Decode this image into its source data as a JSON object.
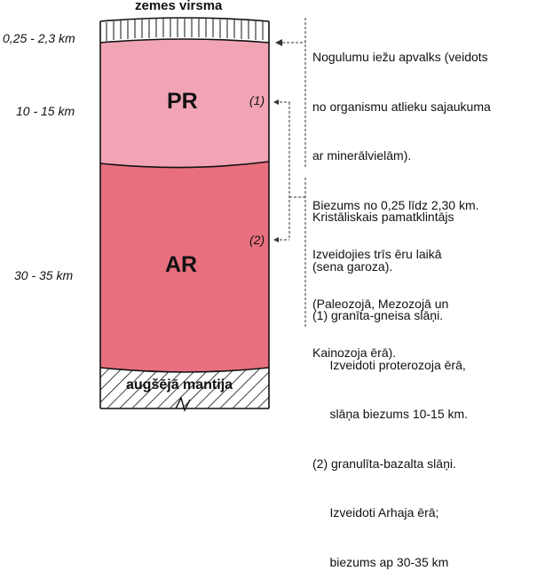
{
  "surface_label": "zemes virsma",
  "bottom_label": "augšējā mantija",
  "depths": {
    "sediment": "0,25 - 2,3 km",
    "pr": "10 - 15 km",
    "ar": "30 - 35 km"
  },
  "layers": {
    "pr": "PR",
    "ar": "AR"
  },
  "markers": {
    "one": "(1)",
    "two": "(2)"
  },
  "notes": {
    "sediment": [
      "Nogulumu iežu apvalks (veidots",
      "no organismu atlieku sajaukuma",
      "ar minerālvielām).",
      "Biezums no 0,25 līdz 2,30 km.",
      "Izveidojies trīs ēru laikā",
      "(Paleozojā, Mezozojā un",
      "Kainozoja ērā)."
    ],
    "basement": [
      "Kristāliskais pamatklintājs",
      "(sena garoza).",
      "(1) granīta-gneisa slāņi.",
      "     Izveidoti proterozoja ērā,",
      "     slāņa biezums 10-15 km.",
      "(2) granulīta-bazalta slāņi.",
      "     Izveidoti Arhaja ērā;",
      "     biezums ap 30-35 km"
    ]
  },
  "colors": {
    "pr_fill": "#f2a4b4",
    "ar_fill": "#e8707e",
    "outline": "#111111"
  }
}
